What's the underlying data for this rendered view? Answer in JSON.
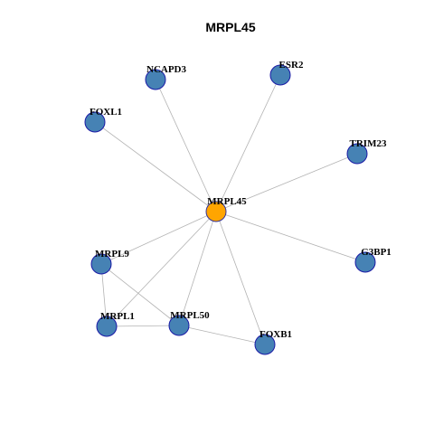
{
  "title": "MRPL45",
  "colors": {
    "node": "#4682b4",
    "node_stroke": "#1a1aa6",
    "hub": "#ffa500",
    "hub_stroke": "#333399",
    "edge": "#b3b3b3"
  },
  "nodes": [
    {
      "id": "MRPL45",
      "label": "MRPL45",
      "hub": true
    },
    {
      "id": "NCAPD3",
      "label": "NCAPD3"
    },
    {
      "id": "ESR2",
      "label": "ESR2"
    },
    {
      "id": "FOXL1",
      "label": "FOXL1"
    },
    {
      "id": "TRIM23",
      "label": "TRIM23"
    },
    {
      "id": "MRPL9",
      "label": "MRPL9"
    },
    {
      "id": "G3BP1",
      "label": "G3BP1"
    },
    {
      "id": "MRPL1",
      "label": "MRPL1"
    },
    {
      "id": "MRPL50",
      "label": "MRPL50"
    },
    {
      "id": "FOXB1",
      "label": "FOXB1"
    }
  ],
  "edges": [
    [
      "MRPL45",
      "NCAPD3"
    ],
    [
      "MRPL45",
      "ESR2"
    ],
    [
      "MRPL45",
      "FOXL1"
    ],
    [
      "MRPL45",
      "TRIM23"
    ],
    [
      "MRPL45",
      "MRPL9"
    ],
    [
      "MRPL45",
      "G3BP1"
    ],
    [
      "MRPL45",
      "MRPL1"
    ],
    [
      "MRPL45",
      "MRPL50"
    ],
    [
      "MRPL45",
      "FOXB1"
    ],
    [
      "MRPL9",
      "MRPL1"
    ],
    [
      "MRPL9",
      "MRPL50"
    ],
    [
      "MRPL1",
      "MRPL50"
    ],
    [
      "MRPL50",
      "FOXB1"
    ]
  ]
}
